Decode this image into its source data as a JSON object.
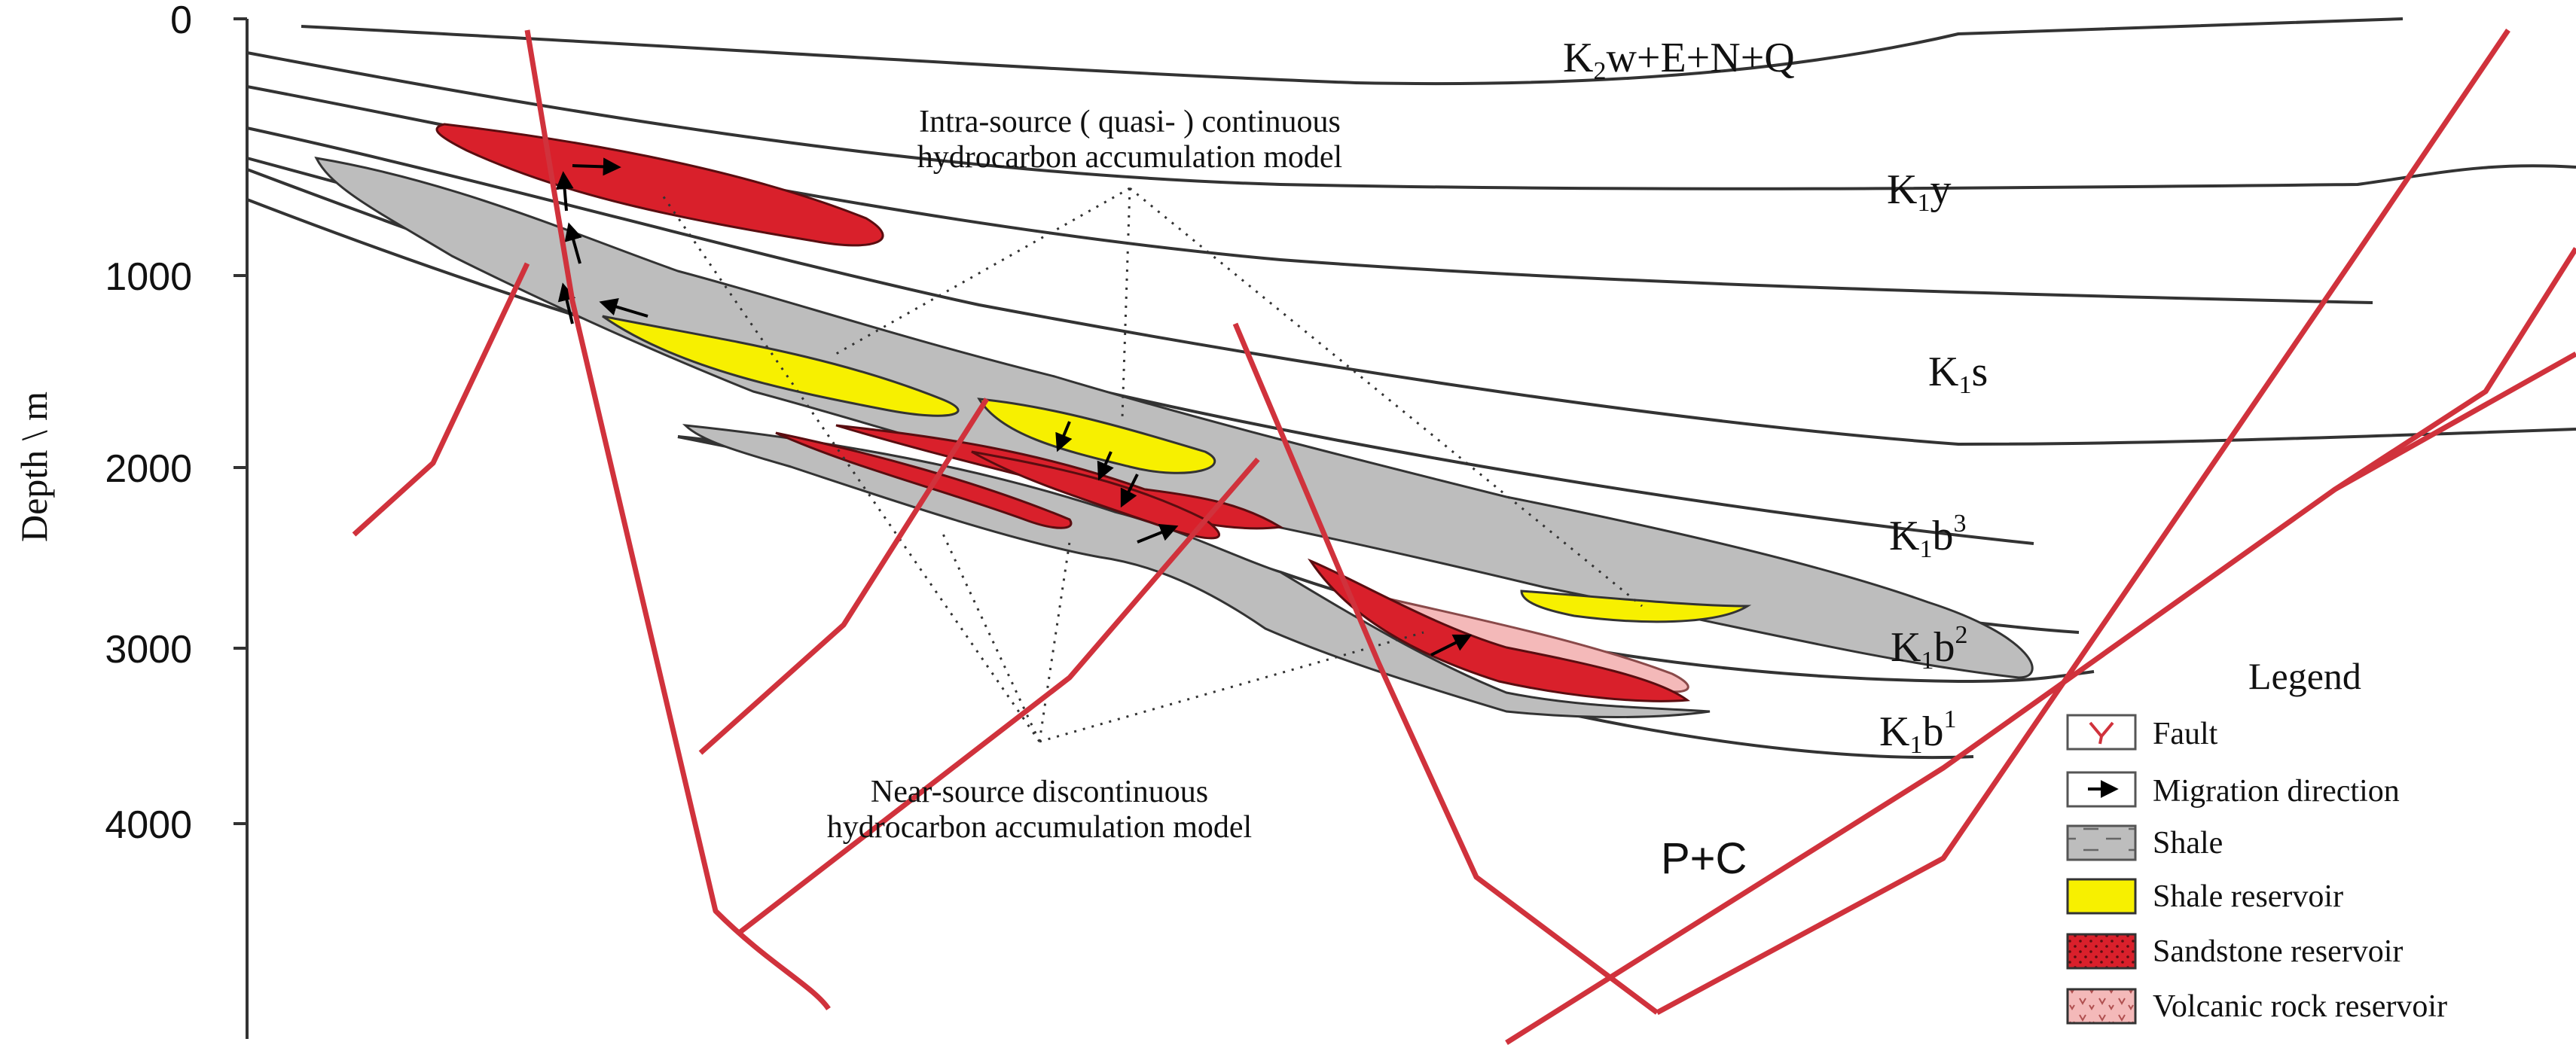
{
  "axis": {
    "ylabel": "Depth \\ m",
    "ticks": [
      "0",
      "1000",
      "2000",
      "3000",
      "4000"
    ]
  },
  "formations": {
    "k2w": {
      "main": "K",
      "sub": "2",
      "rest": "w+E+N+Q"
    },
    "k1y": {
      "main": "K",
      "sub": "1",
      "rest": "y"
    },
    "k1s": {
      "main": "K",
      "sub": "1",
      "rest": "s"
    },
    "k1b3": {
      "main": "K",
      "sub": "1",
      "rest": "b",
      "sup": "3"
    },
    "k1b2": {
      "main": "K",
      "sub": "1",
      "rest": "b",
      "sup": "2"
    },
    "k1b1": {
      "main": "K",
      "sub": "1",
      "rest": "b",
      "sup": "1"
    },
    "pc": "P+C"
  },
  "models": {
    "intra_line1": "Intra-source ( quasi- ) continuous",
    "intra_line2": "hydrocarbon accumulation model",
    "near_line1": "Near-source discontinuous",
    "near_line2": "hydrocarbon accumulation model"
  },
  "legend": {
    "title": "Legend",
    "items": [
      {
        "label": "Fault",
        "icon": "fault-icon"
      },
      {
        "label": "Migration direction",
        "icon": "migration-arrow-icon"
      },
      {
        "label": "Shale",
        "icon": "shale-swatch"
      },
      {
        "label": "Shale reservoir",
        "icon": "shale-reservoir-swatch",
        "color": "#f7f000"
      },
      {
        "label": "Sandstone  reservoir",
        "icon": "sandstone-reservoir-swatch",
        "color": "#d9202b"
      },
      {
        "label": "Volcanic rock reservoir",
        "icon": "volcanic-reservoir-swatch",
        "color": "#f4b9b9"
      }
    ]
  },
  "colors": {
    "fault": "#d0323c",
    "shale": "#bdbdbd",
    "shale_reservoir": "#f7f000",
    "sandstone_reservoir": "#d9202b",
    "volcanic_reservoir": "#f4b9b9"
  }
}
